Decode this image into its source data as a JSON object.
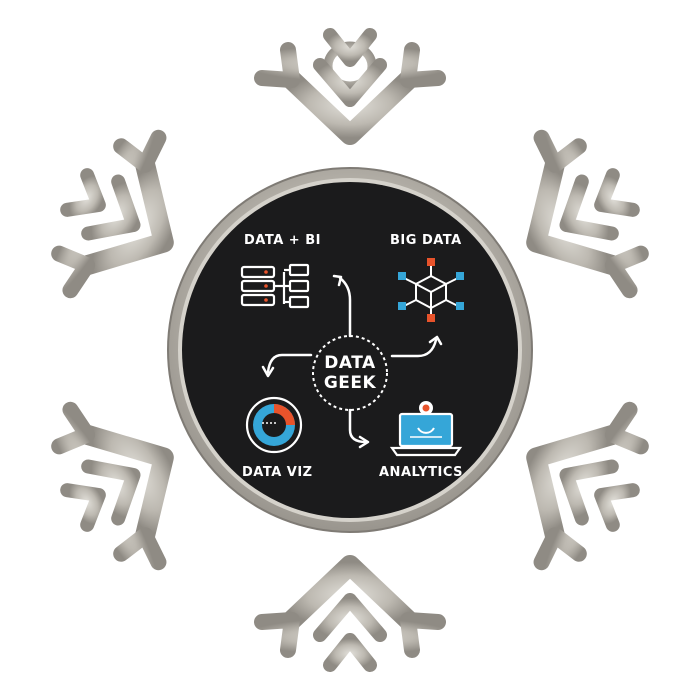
{
  "center": {
    "line1": "DATA",
    "line2": "GEEK"
  },
  "labels": {
    "data_bi": "DATA + BI",
    "big_data": "BIG DATA",
    "data_viz": "DATA VIZ",
    "analytics": "ANALYTICS"
  },
  "colors": {
    "background": "#ffffff",
    "disc": "#1b1b1c",
    "metal": "#c9c6bf",
    "metal_shadow": "#8d8a84",
    "icon_stroke": "#ffffff",
    "accent_orange": "#e8532b",
    "accent_blue": "#35a6d8"
  },
  "icons": [
    "database-server-icon",
    "big-data-network-icon",
    "pie-chart-icon",
    "laptop-analytics-icon"
  ]
}
